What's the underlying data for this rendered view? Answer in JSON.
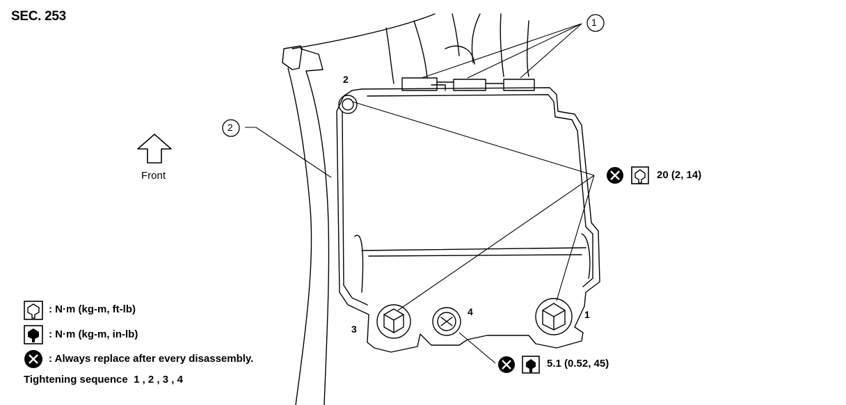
{
  "header": {
    "section": "SEC. 253"
  },
  "orientation": {
    "label": "Front"
  },
  "callouts": {
    "connector": "1",
    "bracket": "2"
  },
  "bolt_numbers": {
    "b1": "1",
    "b2": "2",
    "b3": "3",
    "b4": "4"
  },
  "torque": {
    "main_bolts": "20 (2, 14)",
    "small_bolt": "5.1 (0.52, 45)"
  },
  "legend": {
    "nm_ftlb": ": N·m (kg-m, ft-lb)",
    "nm_inlb": ": N·m (kg-m, in-lb)",
    "replace": ": Always replace after every disassembly.",
    "sequence": "Tightening sequence  1 , 2 , 3 , 4"
  },
  "icons": {
    "torque_ftlb": "socket-wrench-outline-icon",
    "torque_inlb": "socket-wrench-filled-icon",
    "replace": "circle-x-icon",
    "front_arrow": "up-arrow-icon"
  }
}
